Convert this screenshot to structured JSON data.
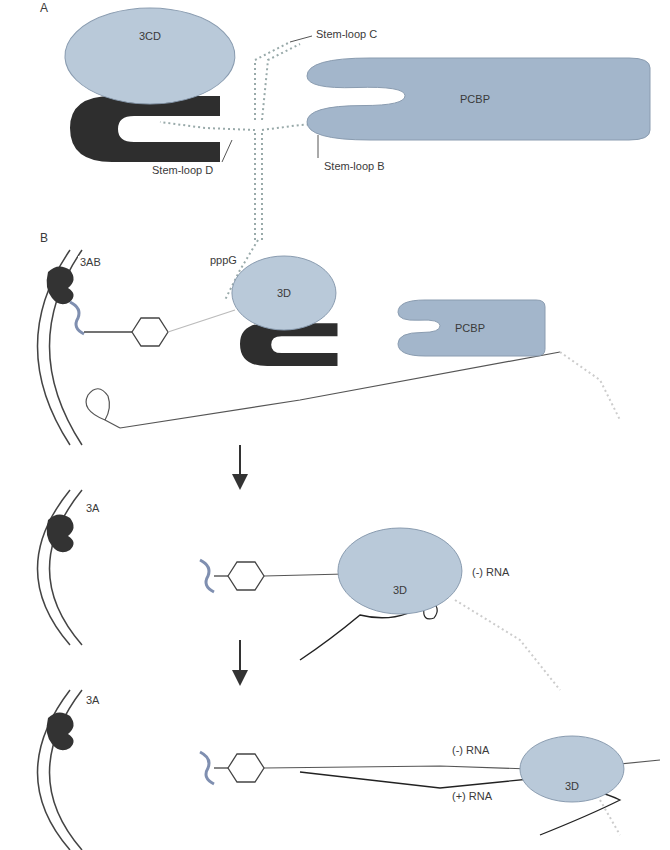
{
  "diagram": {
    "nodes": [
      {
        "text": [
          "3CD"
        ]
      },
      {
        "text": [
          "PCBP"
        ]
      },
      {
        "text": [
          "3D"
        ]
      },
      {
        "text": [
          "PCBP"
        ]
      },
      {
        "text": [
          "3D"
        ]
      },
      {
        "text": [
          "3D"
        ]
      }
    ],
    "labels": [
      "A",
      "Stem-loop C",
      "Stem-loop D",
      "Stem-loop B",
      "B",
      "3AB",
      "pppG",
      "3A",
      "(-) RNA",
      "3A",
      "(-) RNA",
      "(+) RNA"
    ]
  }
}
